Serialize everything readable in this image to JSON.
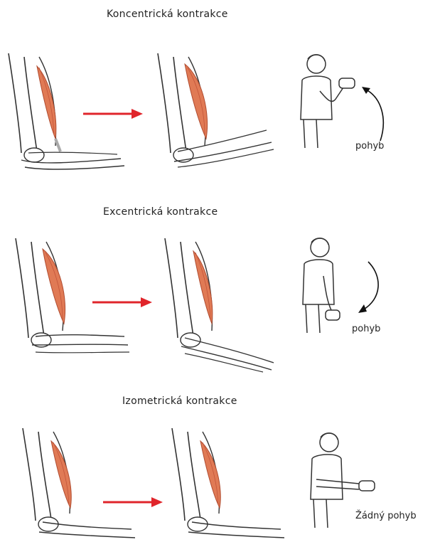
{
  "panels": [
    {
      "title": "Koncentrická kontrakce",
      "motion_label": "pohyb"
    },
    {
      "title": "Excentrická kontrakce",
      "motion_label": "pohyb"
    },
    {
      "title": "Izometrická kontrakce",
      "motion_label": "Žádný pohyb"
    }
  ],
  "colors": {
    "muscle": "#e07a55",
    "muscle_dark": "#c4553a",
    "arrow": "#e0252b",
    "outline": "#333333"
  }
}
